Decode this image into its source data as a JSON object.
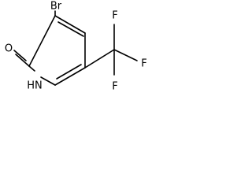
{
  "molecule": {
    "atoms": {
      "br": "Br",
      "o": "O",
      "nh": "HN",
      "f1": "F",
      "f2": "F",
      "f3": "F"
    },
    "colors": {
      "bond": "#000000",
      "text": "#000000",
      "background": "#ffffff"
    }
  }
}
